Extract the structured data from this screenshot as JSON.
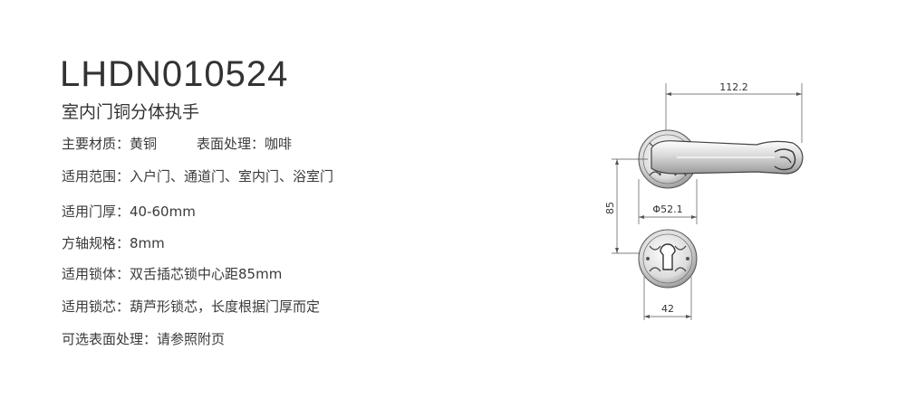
{
  "product": {
    "model": "LHDN010524",
    "name": "室内门铜分体执手"
  },
  "specs": {
    "material": "主要材质：黄铜",
    "finish": "表面处理：咖啡",
    "application": "适用范围：入户门、通道门、室内门、浴室门",
    "door_thickness": "适用门厚：40-60mm",
    "spindle": "方轴规格：8mm",
    "lock_body": "适用锁体：双舌插芯锁中心距85mm",
    "lock_cylinder": "适用锁芯：葫芦形锁芯，长度根据门厚而定",
    "optional_finish": "可选表面处理：请参照附页"
  },
  "dimensions": {
    "lever_length": "112.2",
    "rose_diameter": "Φ52.1",
    "center_distance": "85",
    "escutcheon_width": "42"
  }
}
